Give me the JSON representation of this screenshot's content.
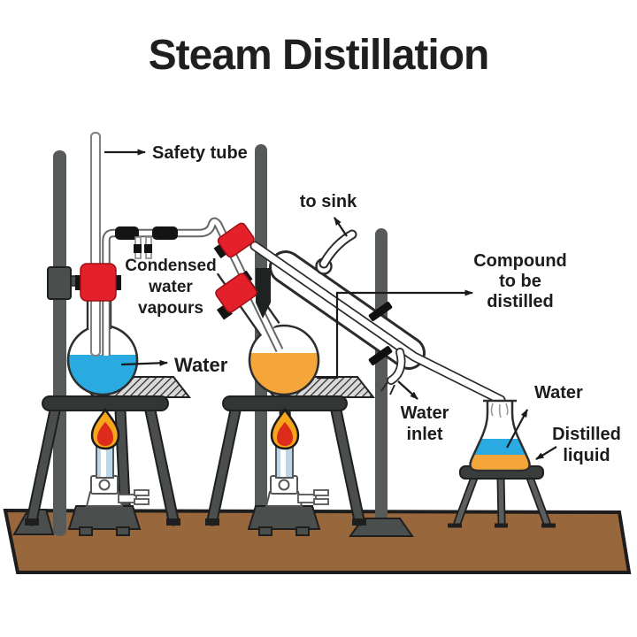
{
  "title": "Steam Distillation",
  "labels": {
    "safety_tube": "Safety tube",
    "condensed_water_vapours": {
      "line1": "Condensed",
      "line2": "water",
      "line3": "vapours"
    },
    "to_sink": "to sink",
    "compound_to_be_distilled": {
      "line1": "Compound",
      "line2": "to be",
      "line3": "distilled"
    },
    "water_source": "Water",
    "water_inlet": {
      "line1": "Water",
      "line2": "inlet"
    },
    "water_distillate": "Water",
    "distilled_liquid": {
      "line1": "Distilled",
      "line2": "liquid"
    }
  },
  "colors": {
    "water_blue": "#29ABE2",
    "compound_orange": "#F5A63A",
    "clamp_red": "#E4202A",
    "flame_yellow": "#F9A51B",
    "flame_red": "#DD2B1C",
    "ground_brown": "#99673C",
    "burner_blue": "#BCD6E8"
  }
}
